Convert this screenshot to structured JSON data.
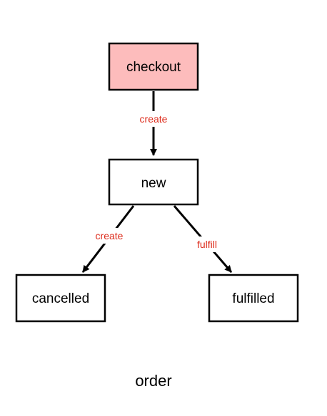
{
  "colors": {
    "highlight_fill": "#fdbcbc",
    "edge_label": "#dd2c1c",
    "stroke": "#000000"
  },
  "nodes": {
    "checkout": {
      "label": "checkout",
      "highlighted": true
    },
    "new": {
      "label": "new",
      "highlighted": false
    },
    "cancelled": {
      "label": "cancelled",
      "highlighted": false
    },
    "fulfilled": {
      "label": "fulfilled",
      "highlighted": false
    }
  },
  "edges": [
    {
      "from": "checkout",
      "to": "new",
      "label": "create"
    },
    {
      "from": "new",
      "to": "cancelled",
      "label": "create"
    },
    {
      "from": "new",
      "to": "fulfilled",
      "label": "fulfill"
    }
  ],
  "caption": "order"
}
